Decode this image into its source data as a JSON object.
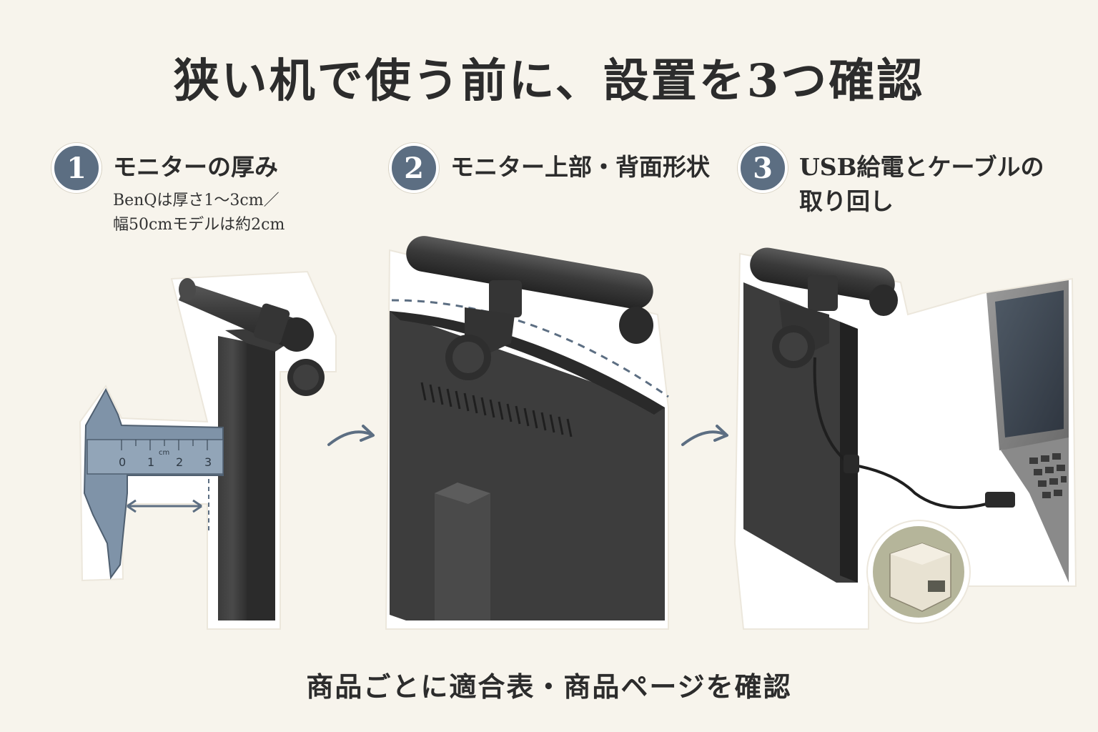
{
  "title": "狭い机で使う前に、設置を3つ確認",
  "steps": [
    {
      "number": "1",
      "title": "モニターの厚み",
      "subtitle": "BenQは厚さ1〜3cm／\n幅50cmモデルは約2cm"
    },
    {
      "number": "2",
      "title": "モニター上部・背面形状",
      "subtitle": ""
    },
    {
      "number": "3",
      "title": "USB給電とケーブルの\n取り回し",
      "subtitle": ""
    }
  ],
  "ruler": {
    "unit": "cm",
    "ticks": [
      "0",
      "1",
      "2",
      "3"
    ]
  },
  "footer": "商品ごとに適合表・商品ページを確認",
  "colors": {
    "background": "#f7f4ec",
    "badge": "#5c6e82",
    "arrow": "#5c6e82",
    "caliper": "#7f93a8"
  }
}
